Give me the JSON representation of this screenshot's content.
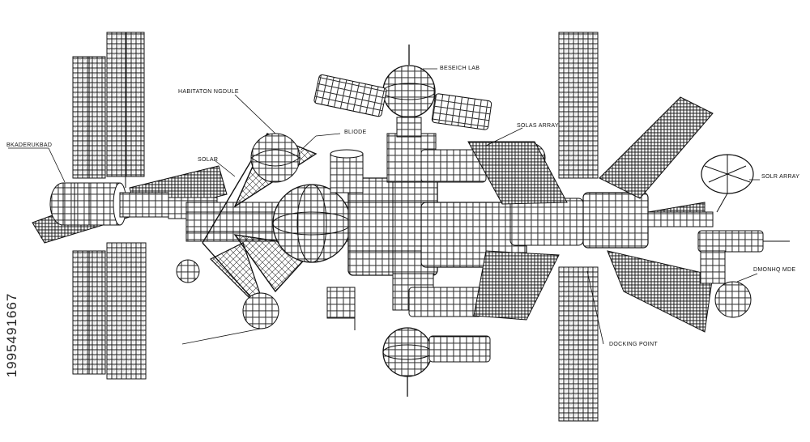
{
  "labels": {
    "research_lab": "BESEICH LAB",
    "habitation_module": "HABITATON NGDULE",
    "module_top": "BLIODE",
    "left_module": "BKADERUKBAD",
    "solar_left": "SOLAR",
    "solar_array_mid": "SOLAS ARRAY",
    "solar_array_right": "SOLR ARRAY",
    "right_module": "DMONHQ MDE",
    "docking_port": "DOCKING POINT"
  },
  "stock_id": "1995491667",
  "colors": {
    "ink": "#111111",
    "background": "#ffffff"
  }
}
